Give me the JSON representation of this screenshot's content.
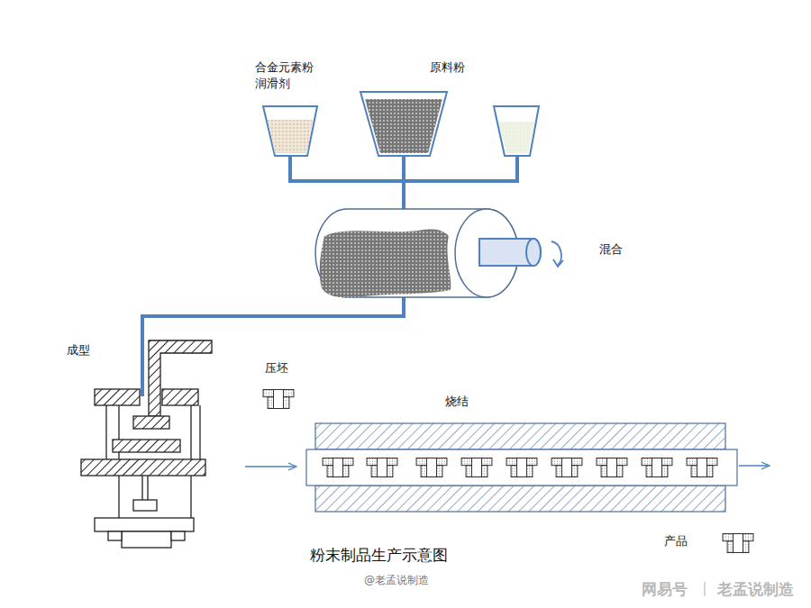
{
  "diagram": {
    "caption": "粉末制品生产示意图",
    "labels": [
      "合金元素粉 润滑剂",
      "原料粉",
      "混合",
      "成型",
      "压坯",
      "烧结",
      "产品",
      "@老孟说制造",
      "网易号",
      "老孟说制造"
    ]
  }
}
